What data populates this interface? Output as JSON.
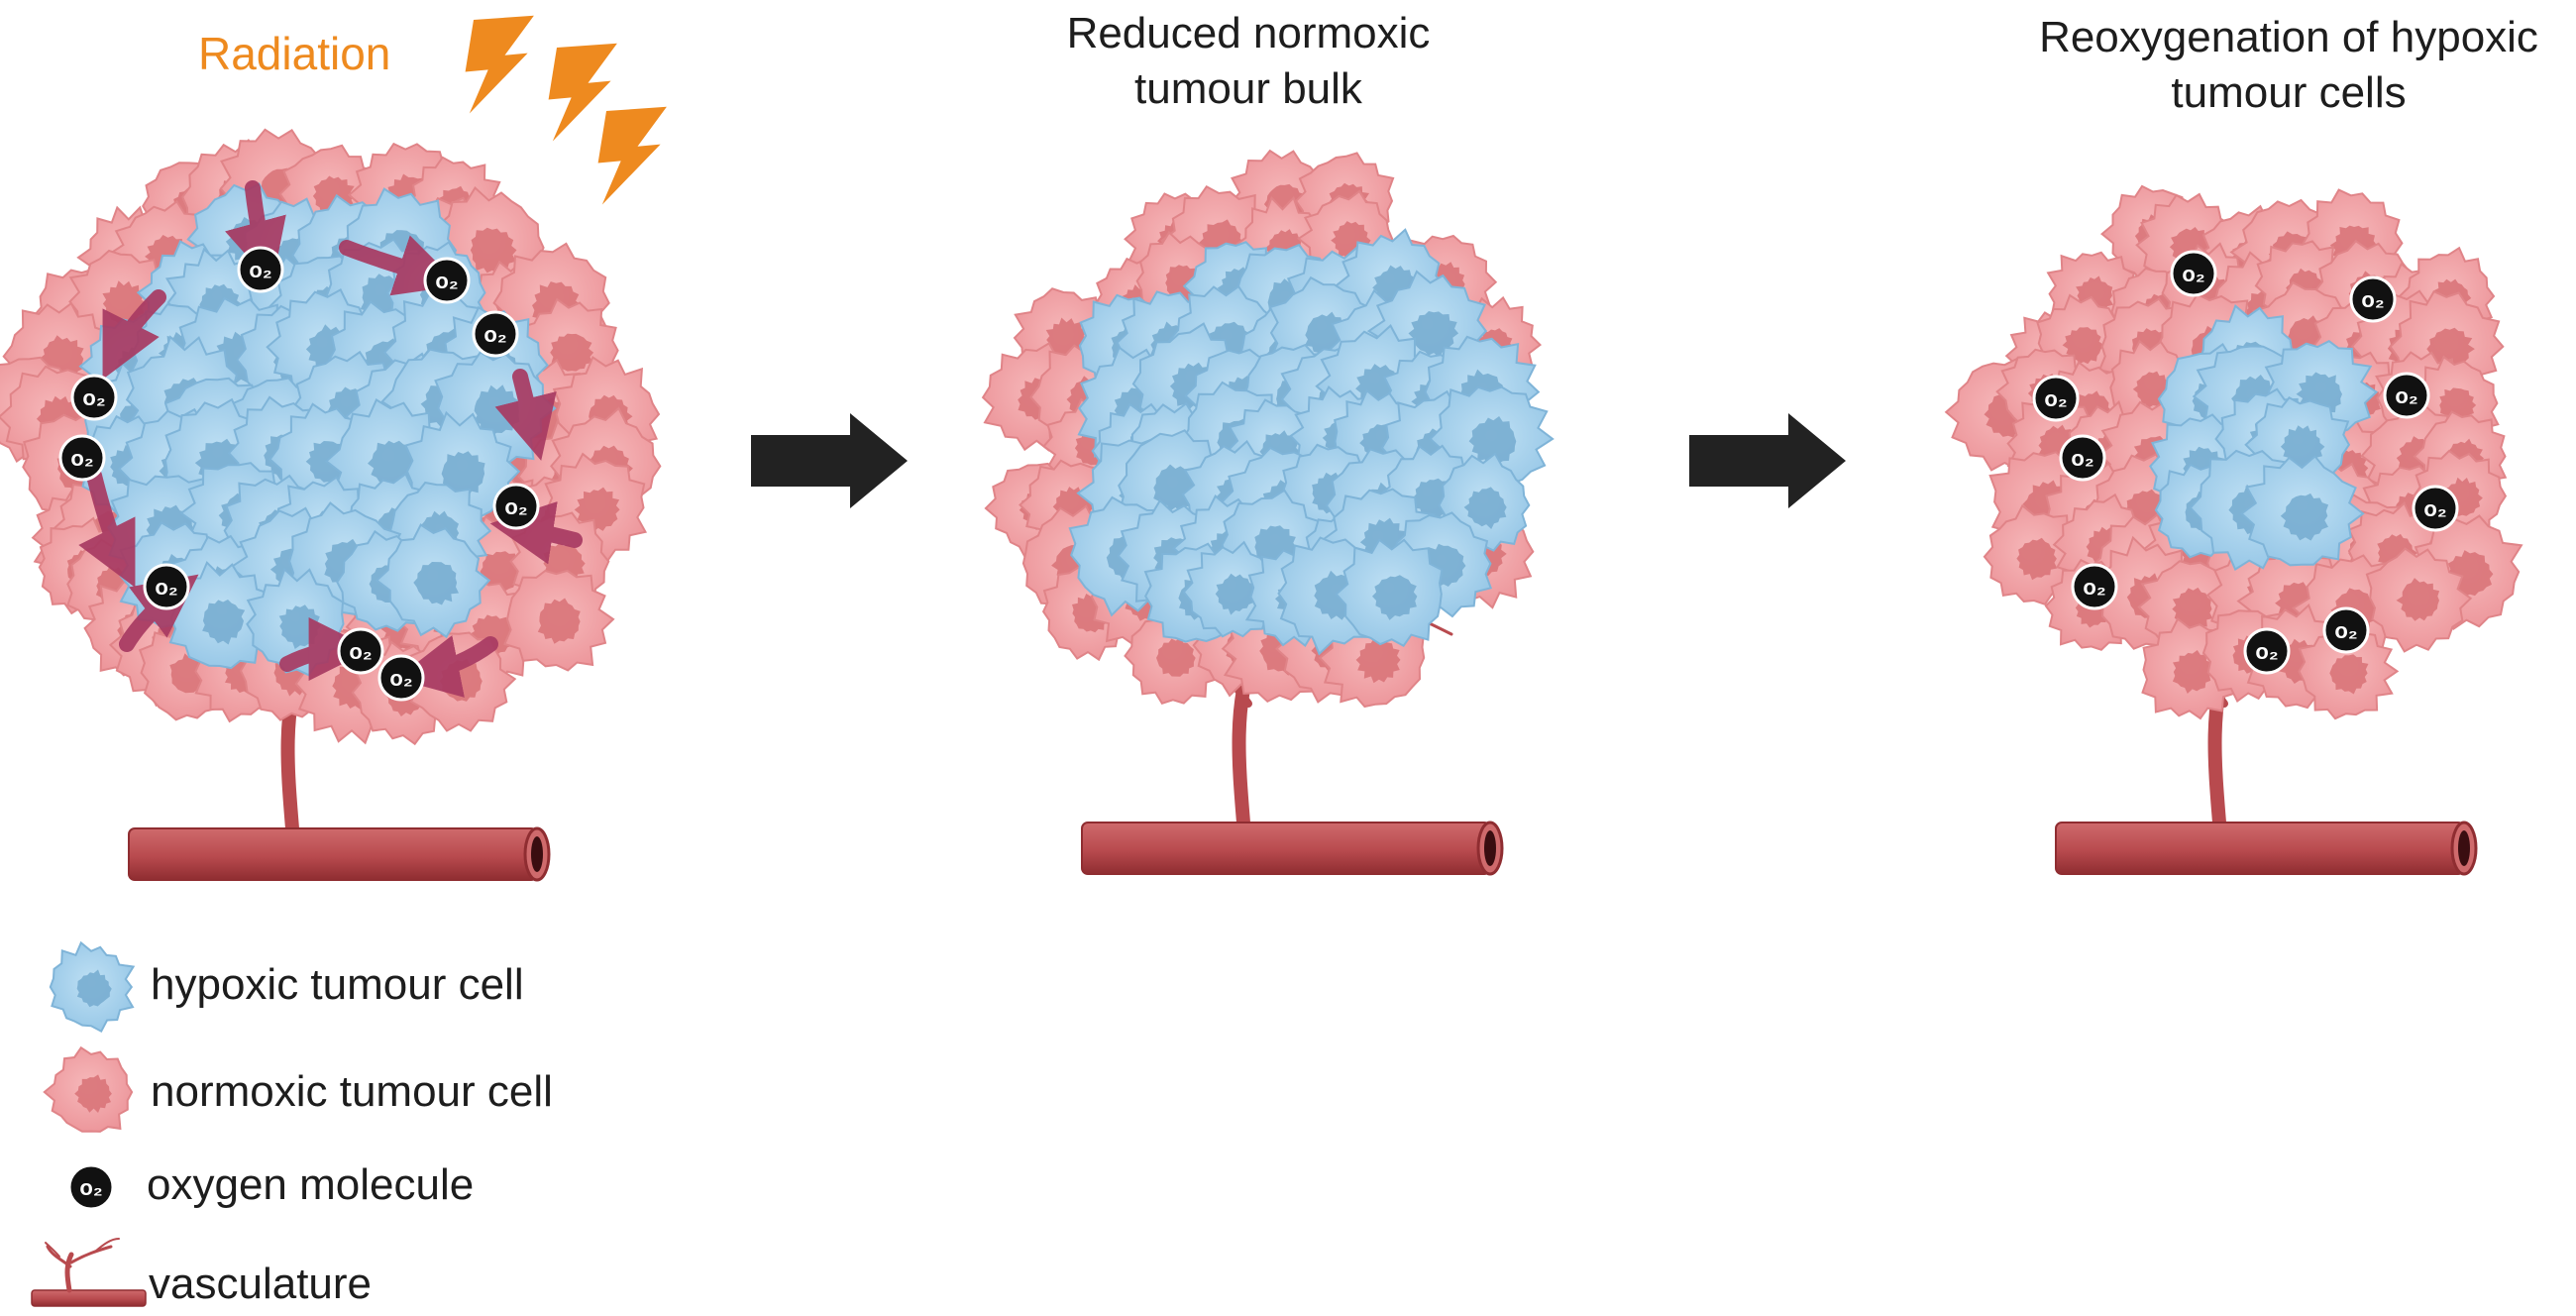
{
  "radiation_label": "Radiation",
  "stages": [
    {
      "title_line1": "",
      "title_line2": ""
    },
    {
      "title_line1": "Reduced normoxic",
      "title_line2": "tumour bulk"
    },
    {
      "title_line1": "Reoxygenation of hypoxic",
      "title_line2": "tumour cells"
    }
  ],
  "oxygen_symbol": "o₂",
  "legend": {
    "hypoxic": "hypoxic tumour cell",
    "normoxic": "normoxic tumour cell",
    "oxygen": "oxygen molecule",
    "vasculature": "vasculature"
  },
  "colors": {
    "normoxic_cell": "#f2a3a6",
    "normoxic_nucleus": "#d97479",
    "hypoxic_cell": "#a9d3ee",
    "hypoxic_nucleus": "#78add0",
    "vessel": "#b84a4e",
    "vessel_dark": "#8f2d31",
    "arrow": "#222222",
    "radiation": "#ee8a1f",
    "oxygen_flow": "#a83a62",
    "oxygen": "#111111"
  }
}
